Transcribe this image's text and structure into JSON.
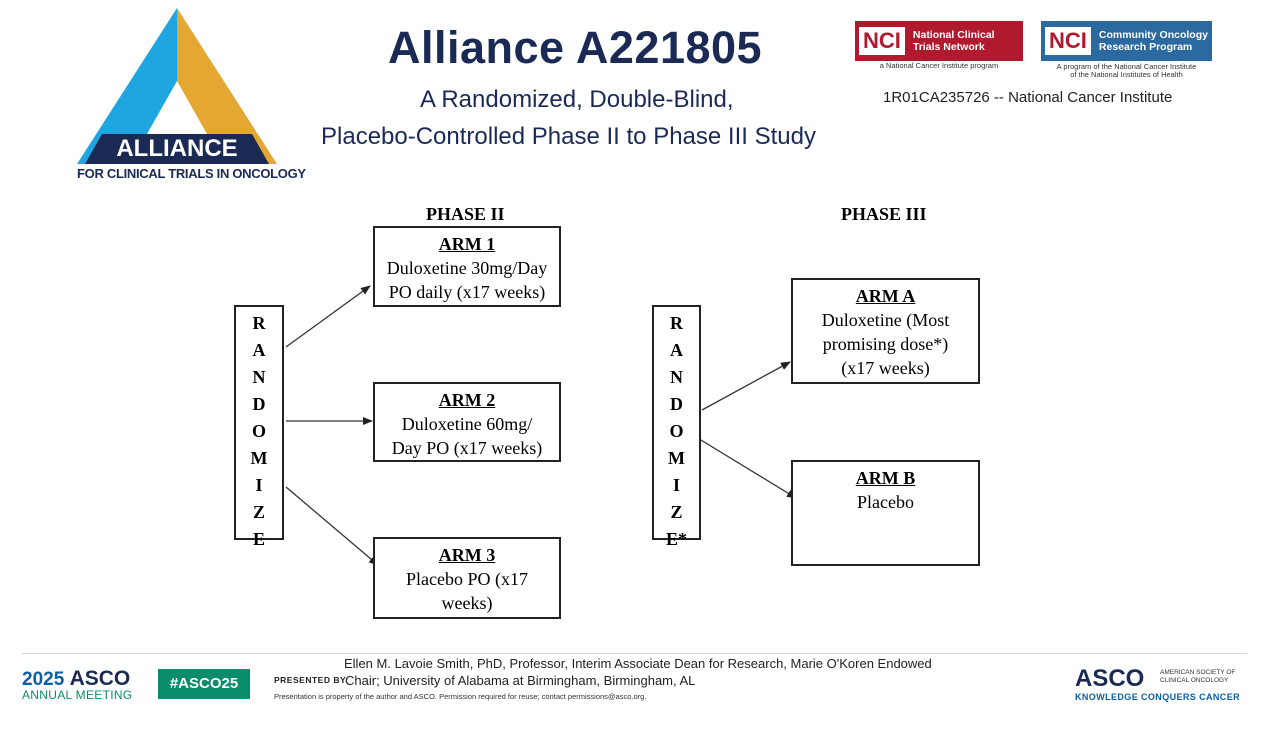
{
  "header": {
    "title": "Alliance A221805",
    "subtitle_line1": "A Randomized, Double-Blind,",
    "subtitle_line2": "Placebo-Controlled Phase II to Phase III Study",
    "grant": "1R01CA235726 -- National Cancer Institute"
  },
  "alliance_logo": {
    "name": "ALLIANCE",
    "tagline": "FOR CLINICAL TRIALS IN ONCOLOGY",
    "colors": {
      "blue": "#1fa6e0",
      "gold": "#e4a732",
      "navy": "#1b2a55"
    }
  },
  "nci_logos": [
    {
      "mark": "NCI",
      "line1": "National Clinical",
      "line2": "Trials Network",
      "sub": "a National Cancer Institute program",
      "color": "#b1192f"
    },
    {
      "mark": "NCI",
      "line1": "Community Oncology",
      "line2": "Research Program",
      "sub1": "A program of the National Cancer Institute",
      "sub2": "of the National Institutes of Health",
      "color": "#2a6aa0"
    }
  ],
  "diagram": {
    "phase2": {
      "label": "PHASE II",
      "randomize_letters": [
        "R",
        "A",
        "N",
        "D",
        "O",
        "M",
        "I",
        "Z",
        "E"
      ],
      "arms": [
        {
          "title": "ARM 1",
          "desc": "Duloxetine 30mg/Day\nPO daily (x17 weeks)"
        },
        {
          "title": "ARM 2",
          "desc": "Duloxetine 60mg/\nDay PO (x17 weeks)"
        },
        {
          "title": "ARM 3",
          "desc": "Placebo PO (x17\nweeks)"
        }
      ]
    },
    "phase3": {
      "label": "PHASE III",
      "randomize_letters": [
        "R",
        "A",
        "N",
        "D",
        "O",
        "M",
        "I",
        "Z",
        "E*"
      ],
      "arms": [
        {
          "title": "ARM A",
          "desc": "Duloxetine (Most\npromising dose*)\n(x17 weeks)"
        },
        {
          "title": "ARM B",
          "desc": "Placebo"
        }
      ]
    }
  },
  "footer": {
    "asco_year": "2025",
    "asco_name": "ASCO",
    "asco_meeting": "ANNUAL MEETING",
    "hashtag": "#ASCO25",
    "presented_by": "PRESENTED BY:",
    "presenter_line1": "Ellen M. Lavoie Smith, PhD, Professor, Interim Associate Dean for Research, Marie O'Koren Endowed",
    "presenter_line2": "Chair; University of Alabama at Birmingham, Birmingham, AL",
    "disclaimer": "Presentation is property of the author and ASCO. Permission required for reuse; contact permissions@asco.org.",
    "asco_right": "ASCO",
    "asco_right_sub1": "AMERICAN SOCIETY OF",
    "asco_right_sub2": "CLINICAL ONCOLOGY",
    "asco_right_tag": "KNOWLEDGE CONQUERS CANCER",
    "colors": {
      "navy": "#1b2a55",
      "green": "#0b8d6c",
      "blue": "#0b5fa5"
    }
  }
}
